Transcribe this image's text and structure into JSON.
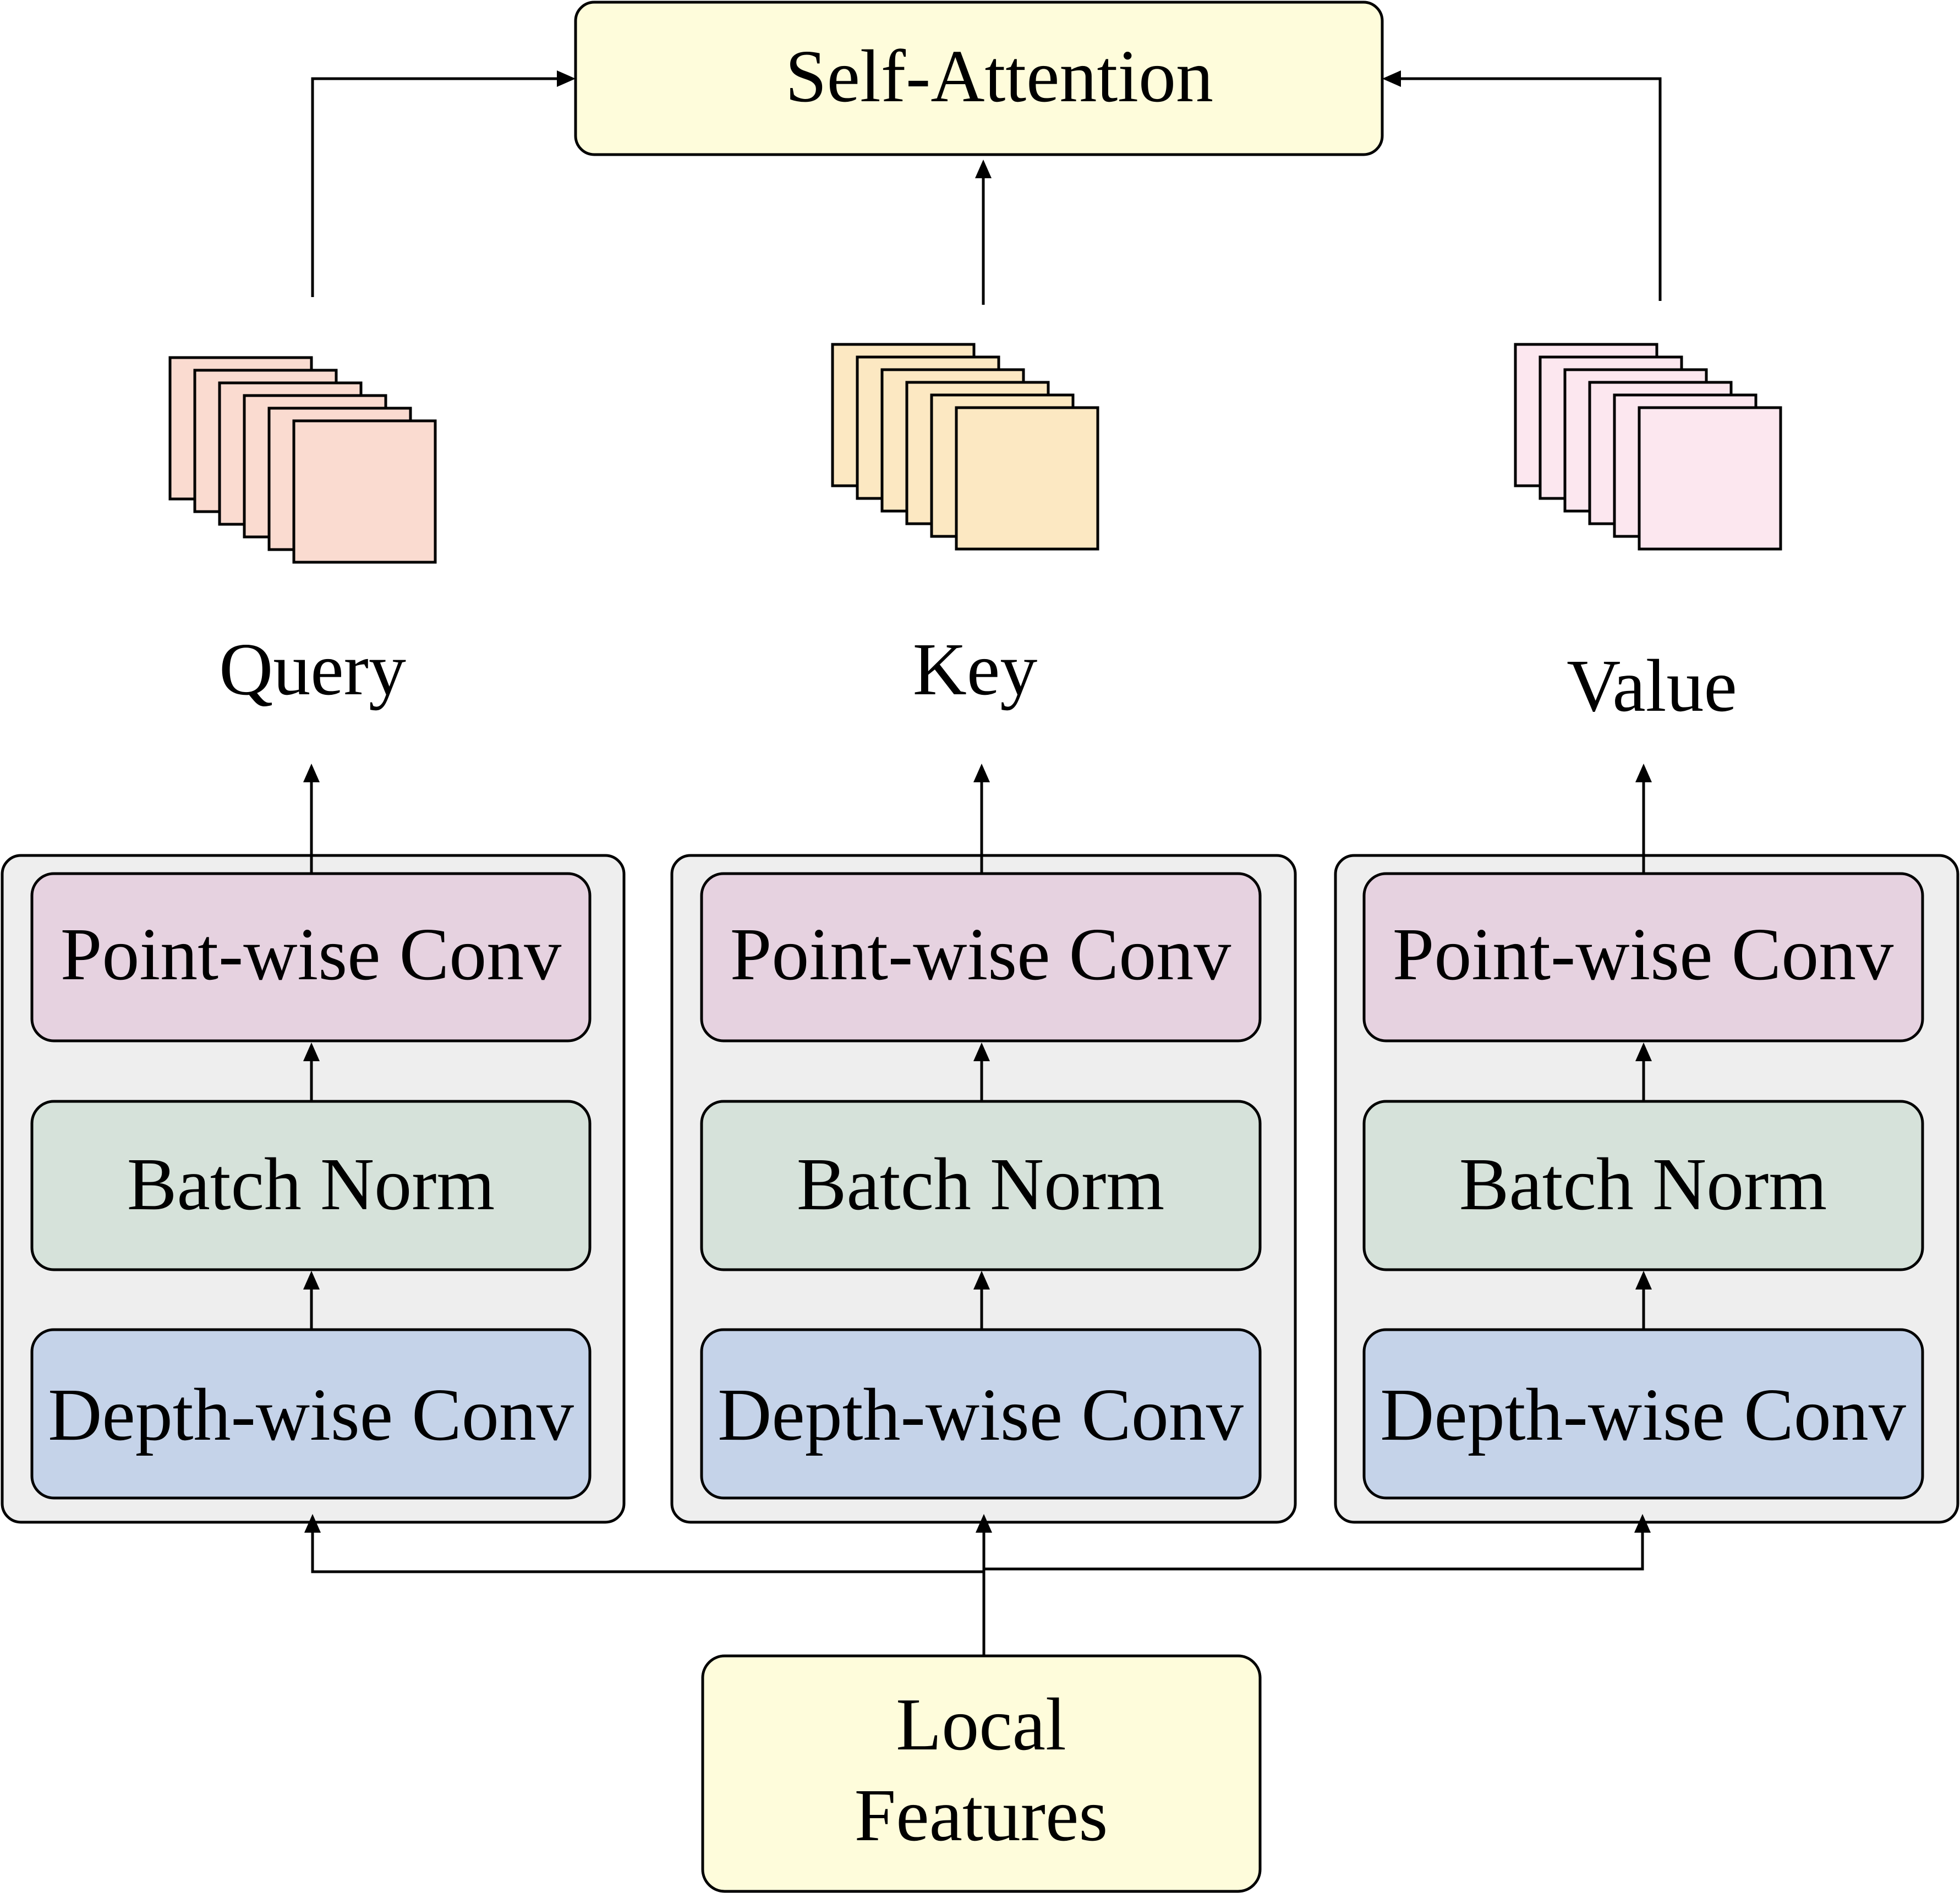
{
  "title_box": {
    "label": "Self-Attention",
    "fill": "#FEFCDB"
  },
  "input_box": {
    "line1": "Local",
    "line2": "Features",
    "fill": "#FEFCDB"
  },
  "branches": [
    {
      "output_label": "Query",
      "stack_fill": "#FADBD0",
      "layers": {
        "pointwise": "Point-wise Conv",
        "batchnorm": "Batch Norm",
        "depthwise": "Depth-wise Conv"
      }
    },
    {
      "output_label": "Key",
      "stack_fill": "#FCE8C2",
      "layers": {
        "pointwise": "Point-wise Conv",
        "batchnorm": "Batch Norm",
        "depthwise": "Depth-wise Conv"
      }
    },
    {
      "output_label": "Value",
      "stack_fill": "#FCE7EF",
      "layers": {
        "pointwise": "Point-wise Conv",
        "batchnorm": "Batch Norm",
        "depthwise": "Depth-wise Conv"
      }
    }
  ],
  "colors": {
    "container_fill": "#EEEEEE",
    "pointwise_fill": "#E6D2E0",
    "batchnorm_fill": "#D6E2DA",
    "depthwise_fill": "#C5D3E9",
    "stroke": "#000000"
  }
}
